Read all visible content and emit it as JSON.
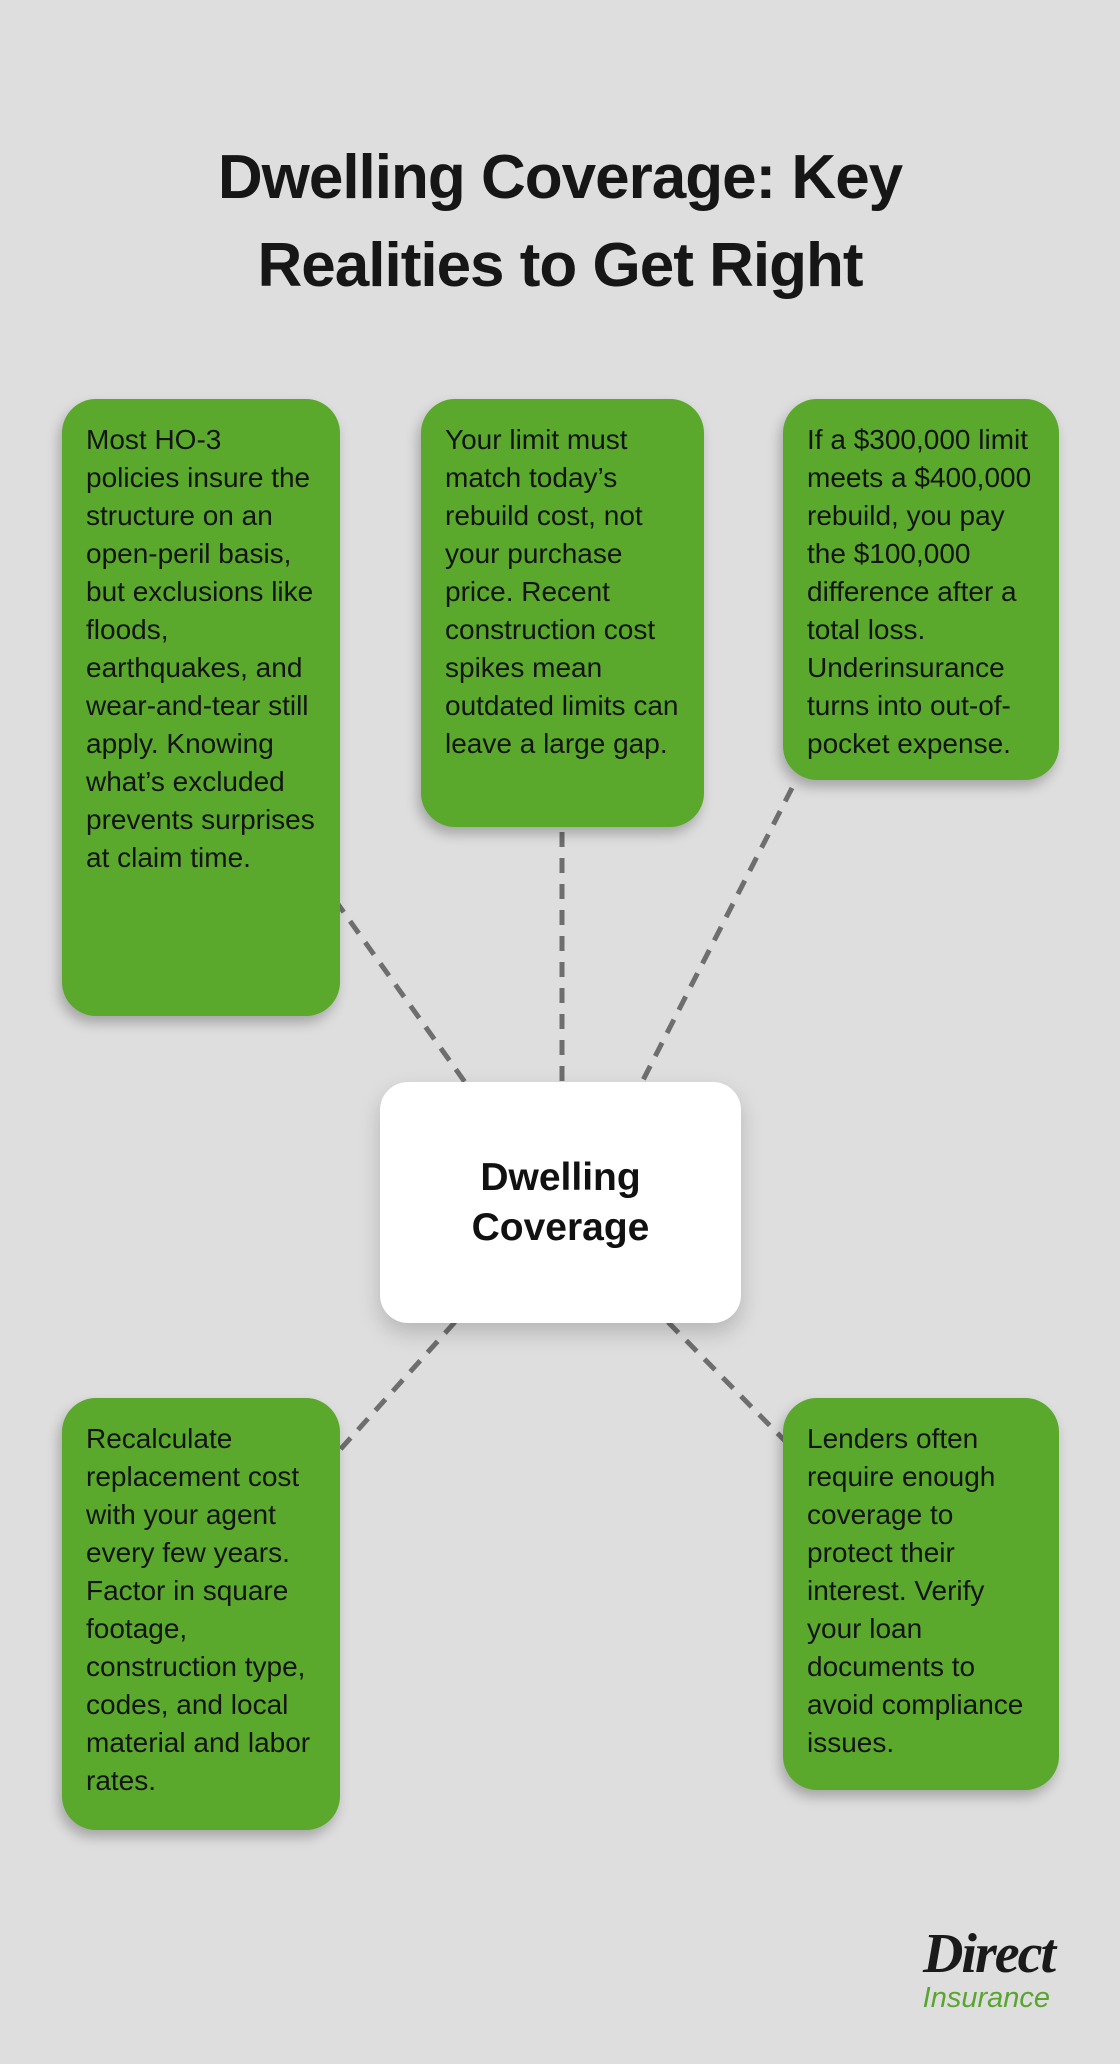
{
  "title": {
    "full": "Dwelling Coverage: Key Realities to Get Right",
    "lines": [
      "Dwelling Coverage: Key",
      "Realities to Get Right"
    ]
  },
  "center_node": {
    "label": "Dwelling Coverage"
  },
  "nodes": [
    {
      "id": "top-left",
      "text": "Most HO-3 policies insure the structure on an open-peril basis, but exclusions like floods, earthquakes, and wear-and-tear still apply. Knowing what’s excluded prevents surprises at claim time."
    },
    {
      "id": "top-center",
      "text": "Your limit must match today’s rebuild cost, not your purchase price. Recent construction cost spikes mean outdated limits can leave a large gap."
    },
    {
      "id": "top-right",
      "text": "If a $300,000 limit meets a $400,000 rebuild, you pay the $100,000 difference after a total loss. Underinsurance turns into out-of-pocket expense."
    },
    {
      "id": "bottom-left",
      "text": "Recalculate replacement cost with your agent every few years. Factor in square footage, construction type, codes, and local material and labor rates."
    },
    {
      "id": "bottom-right",
      "text": "Lenders often require enough coverage to protect their interest. Verify your loan documents to avoid compliance issues."
    }
  ],
  "logo": {
    "name": "Direct",
    "sub": "Insurance"
  },
  "colors": {
    "bg_gray": "#dedede",
    "box_green": "#5aa82c",
    "connector_gray": "#6e6e6e",
    "center_white": "#ffffff",
    "text_black": "#151515",
    "logo_black": "#1a1a1a",
    "logo_green": "#5aa52f"
  }
}
